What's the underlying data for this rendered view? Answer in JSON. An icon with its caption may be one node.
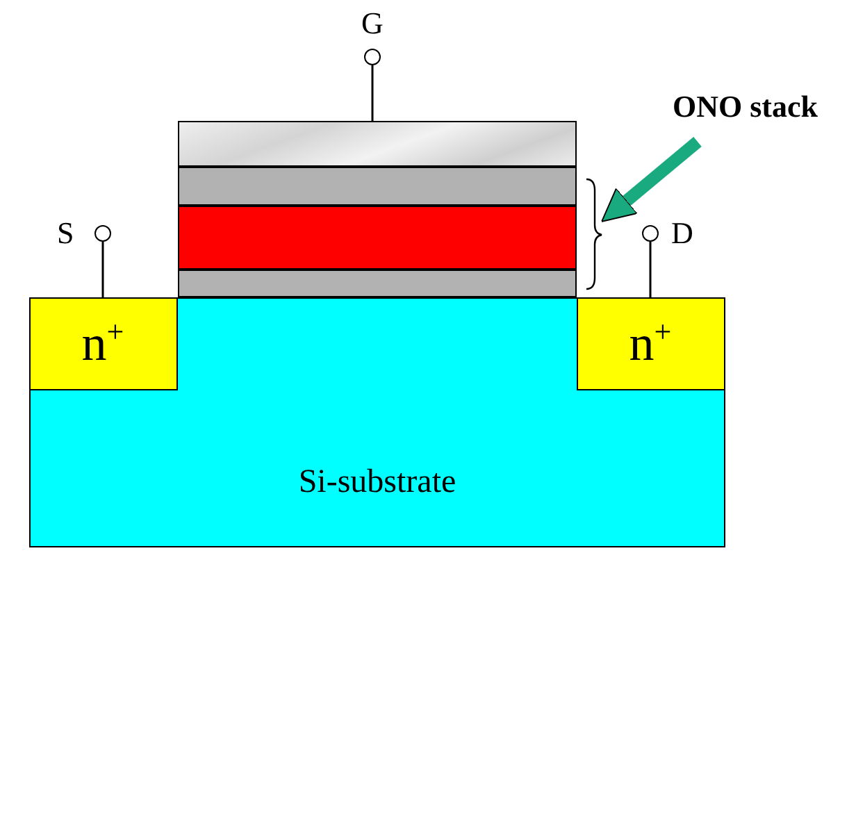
{
  "diagram": {
    "nodes": [
      {
        "text": [
          "n$^{+}$"
        ],
        "in": 2
      },
      {
        "text": [
          "n$^{+}$"
        ],
        "in": 2
      },
      {
        "text": [
          "Si-substrate"
        ]
      },
      {
        "text": [],
        "shape": "box"
      },
      {
        "text": [],
        "shape": "box"
      },
      {
        "text": [],
        "shape": "box"
      },
      {
        "text": [],
        "shape": "box"
      },
      {
        "text": [],
        "shape": "circle",
        "beside": [
          "S"
        ]
      },
      {
        "text": [],
        "shape": "circle",
        "beside": [
          "G"
        ]
      },
      {
        "text": [],
        "shape": "circle",
        "beside": [
          "D"
        ]
      },
      {
        "text": [
          "ONO stack"
        ]
      },
      {
        "text": [],
        "shape": "bracket"
      }
    ],
    "edges": [
      {
        "from": 7,
        "to": 0,
        "arrow": "none"
      },
      {
        "from": 8,
        "to": 3,
        "arrow": "none"
      },
      {
        "from": 9,
        "to": 1,
        "arrow": "none"
      },
      {
        "from": 10,
        "to": 11,
        "arrow": "to",
        "style": "thick",
        "color": "#1aaa80"
      }
    ]
  }
}
